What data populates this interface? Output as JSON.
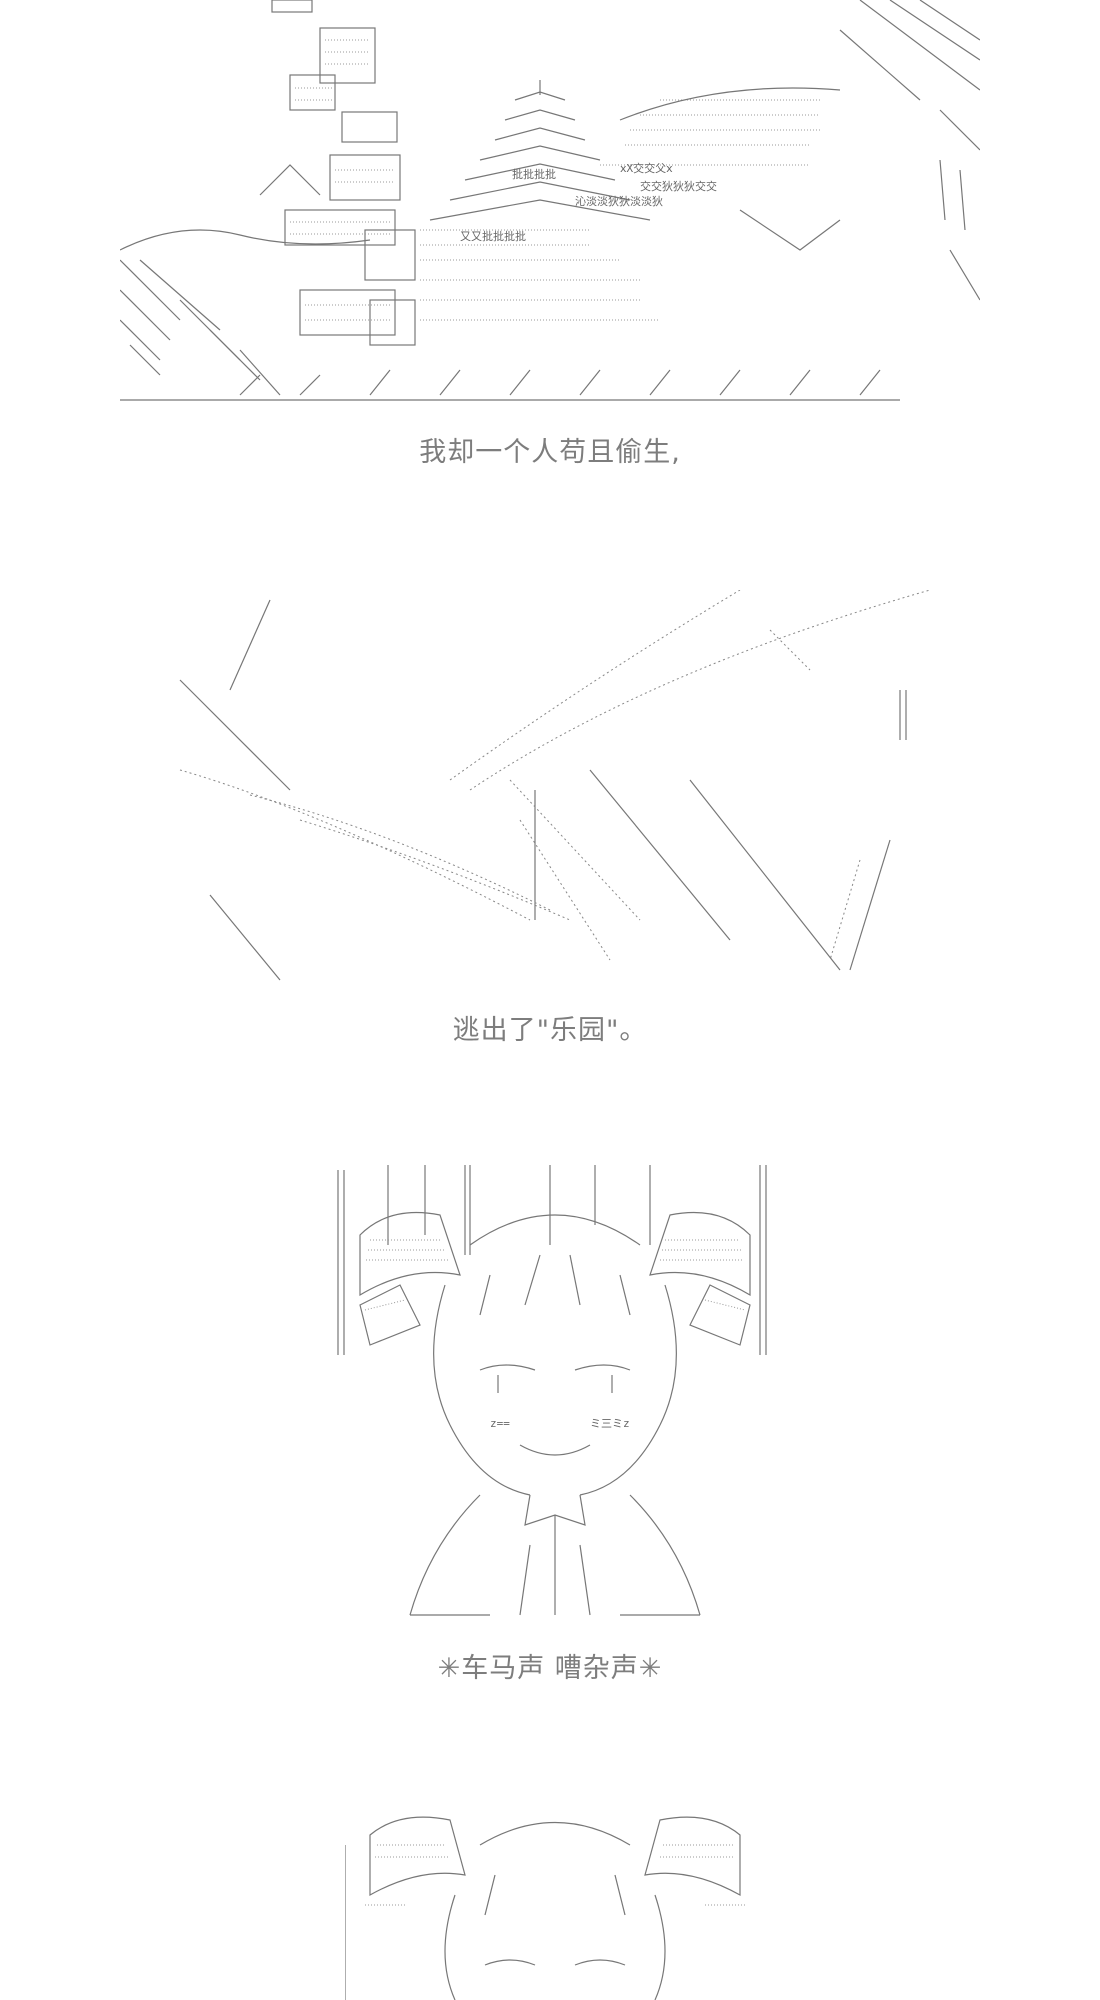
{
  "panels": [
    {
      "caption": "我却一个人苟且偷生,"
    },
    {
      "caption": "逃出了\"乐园\"。"
    },
    {
      "caption": "✳车马声 嘈杂声✳"
    }
  ],
  "art_text": {
    "p1_a": "批批批批",
    "p1_b": "ⅹX交交父ⅹ",
    "p1_c": "沁淡淡狄狄淡淡狄",
    "p1_d": "又又批批批批",
    "p1_e": "交交狄狄狄交交",
    "p3_a": "ミ三ミz",
    "p3_b": "z=="
  }
}
